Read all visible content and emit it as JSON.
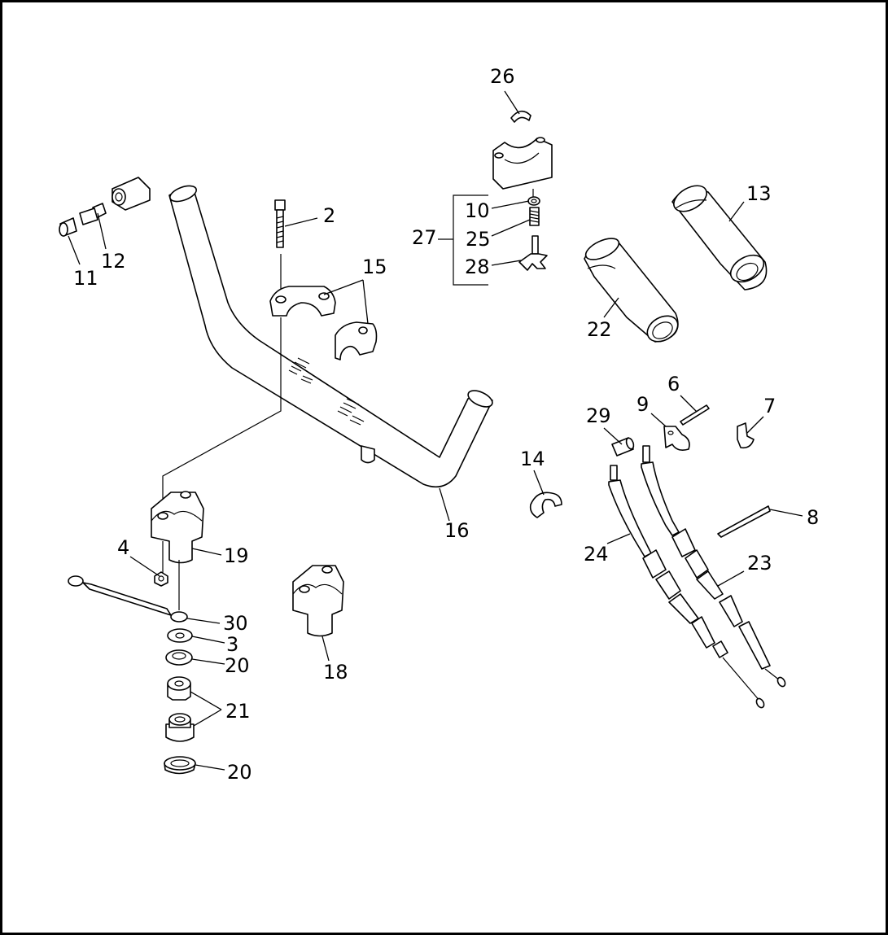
{
  "diagram": {
    "labels": {
      "l2": "2",
      "l3": "3",
      "l4": "4",
      "l6": "6",
      "l7": "7",
      "l8": "8",
      "l9": "9",
      "l10": "10",
      "l11": "11",
      "l12": "12",
      "l13": "13",
      "l14": "14",
      "l15": "15",
      "l16": "16",
      "l18": "18",
      "l19": "19",
      "l20a": "20",
      "l20b": "20",
      "l21": "21",
      "l22": "22",
      "l23": "23",
      "l24": "24",
      "l25": "25",
      "l26": "26",
      "l27": "27",
      "l28": "28",
      "l29": "29",
      "l30": "30"
    }
  }
}
